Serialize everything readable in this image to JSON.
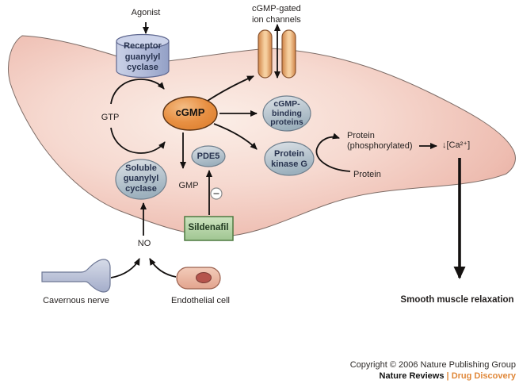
{
  "labels": {
    "agonist": "Agonist",
    "ion_channels": {
      "lines": [
        "cGMP-gated",
        "ion channels"
      ]
    },
    "gtp": "GTP",
    "gmp": "GMP",
    "no": "NO",
    "cavernous_nerve": "Cavernous nerve",
    "endothelial_cell": "Endothelial cell",
    "protein_phosphorylated": {
      "lines": [
        "Protein",
        "(phosphorylated)"
      ]
    },
    "calcium_decrease": "↓[Ca²⁺]",
    "protein": "Protein",
    "smooth_muscle_relaxation": "Smooth muscle relaxation"
  },
  "nodes": {
    "receptor_guanylyl_cyclase": {
      "lines": [
        "Receptor",
        "guanylyl",
        "cyclase"
      ]
    },
    "cgmp": "cGMP",
    "cgmp_binding_proteins": {
      "lines": [
        "cGMP-",
        "binding",
        "proteins"
      ]
    },
    "protein_kinase_g": {
      "lines": [
        "Protein",
        "kinase G"
      ]
    },
    "pde5": "PDE5",
    "soluble_guanylyl_cyclase": {
      "lines": [
        "Soluble",
        "guanylyl",
        "cyclase"
      ]
    },
    "sildenafil": "Sildenafil"
  },
  "icons": {
    "inhibition": "minus-in-circle"
  },
  "footer": {
    "copyright": "Copyright © 2006 Nature Publishing Group",
    "journal_brand": "Nature Reviews",
    "separator": "|",
    "journal_name": "Drug Discovery"
  },
  "colors": {
    "cell_fill": "#f6d9d0",
    "cell_edge_deep": "#e2a094",
    "cgmp_orange": "#e89043",
    "channel_orange": "#f6cf9f",
    "node_gray_blue": "#bcc8d1",
    "receptor_blue": "#b3bcda",
    "sildenafil_green": "#b8d6a8",
    "nerve_blue": "#c3cadd",
    "endothelial_pink": "#eebfa9",
    "nucleus_red": "#b5544c",
    "brand_orange": "#e0883a",
    "arrow_black": "#141110"
  }
}
